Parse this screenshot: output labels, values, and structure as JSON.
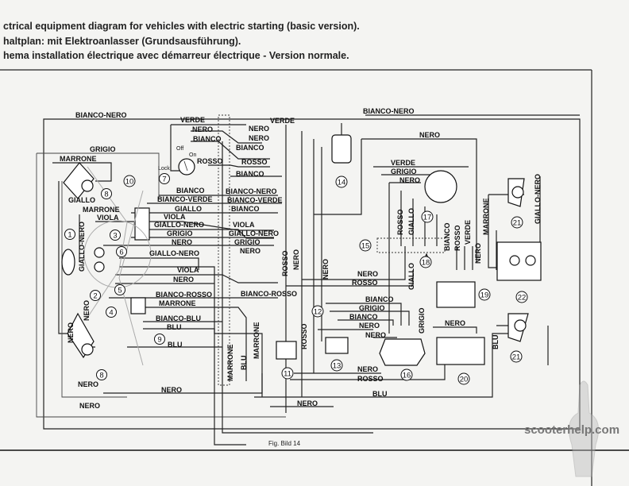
{
  "header": {
    "lines": [
      "ctrical equipment diagram for vehicles with electric starting (basic version).",
      "haltplan: mit Elektroanlasser (Grundsausführung).",
      "hema installation électrique avec démarreur électrique - Version normale."
    ]
  },
  "switch_positions": [
    "Off",
    "On",
    "Lock"
  ],
  "wire_labels": [
    "BIANCO-NERO",
    "VERDE",
    "NERO",
    "BIANCO",
    "ROSSO",
    "GRIGIO",
    "MARRONE",
    "BIANCO",
    "BIANCO-VERDE",
    "GIALLO",
    "MARRONE",
    "VIOLA",
    "VIOLA",
    "GIALLO-NERO",
    "GRIGIO",
    "NERO",
    "GIALLO-NERO",
    "GIALLO",
    "NERO",
    "NERO",
    "BIANCO",
    "ROSSO",
    "BIANCO",
    "BIANCO-NERO",
    "BIANCO-VERDE",
    "BIANCO",
    "VIOLA",
    "GIALLO-NERO",
    "GRIGIO",
    "NERO",
    "VERDE",
    "BIANCO-NERO",
    "NERO",
    "VERDE",
    "GRIGIO",
    "NERO",
    "VIOLA",
    "NERO",
    "BIANCO-ROSSO",
    "MARRONE",
    "BIANCO-BLU",
    "BLU",
    "BLU",
    "NERO",
    "NERO",
    "NERO",
    "BIANCO-ROSSO",
    "NERO",
    "ROSSO",
    "BIANCO",
    "GRIGIO",
    "BIANCO",
    "NERO",
    "NERO",
    "NERO",
    "ROSSO",
    "BLU",
    "NERO",
    "NERO",
    "NERO",
    "NERO",
    "GIALLO-NERO",
    "ROSSO",
    "GIALLO",
    "BIANCO",
    "ROSSO",
    "VERDE",
    "MARRONE",
    "NERO",
    "GIALLO-NERO",
    "BLU",
    "MARRONE",
    "BLU",
    "MARRONE",
    "GIALLO",
    "GRIGIO",
    "ROSSO",
    "ROSSO",
    "NERO",
    "NERO"
  ],
  "components": [
    "1",
    "2",
    "3",
    "4",
    "5",
    "6",
    "7",
    "8",
    "8",
    "9",
    "10",
    "11",
    "12",
    "13",
    "14",
    "15",
    "16",
    "17",
    "18",
    "19",
    "20",
    "21",
    "21",
    "22"
  ],
  "caption": "Fig. Bild 14",
  "watermark": "scooterhelp.com"
}
